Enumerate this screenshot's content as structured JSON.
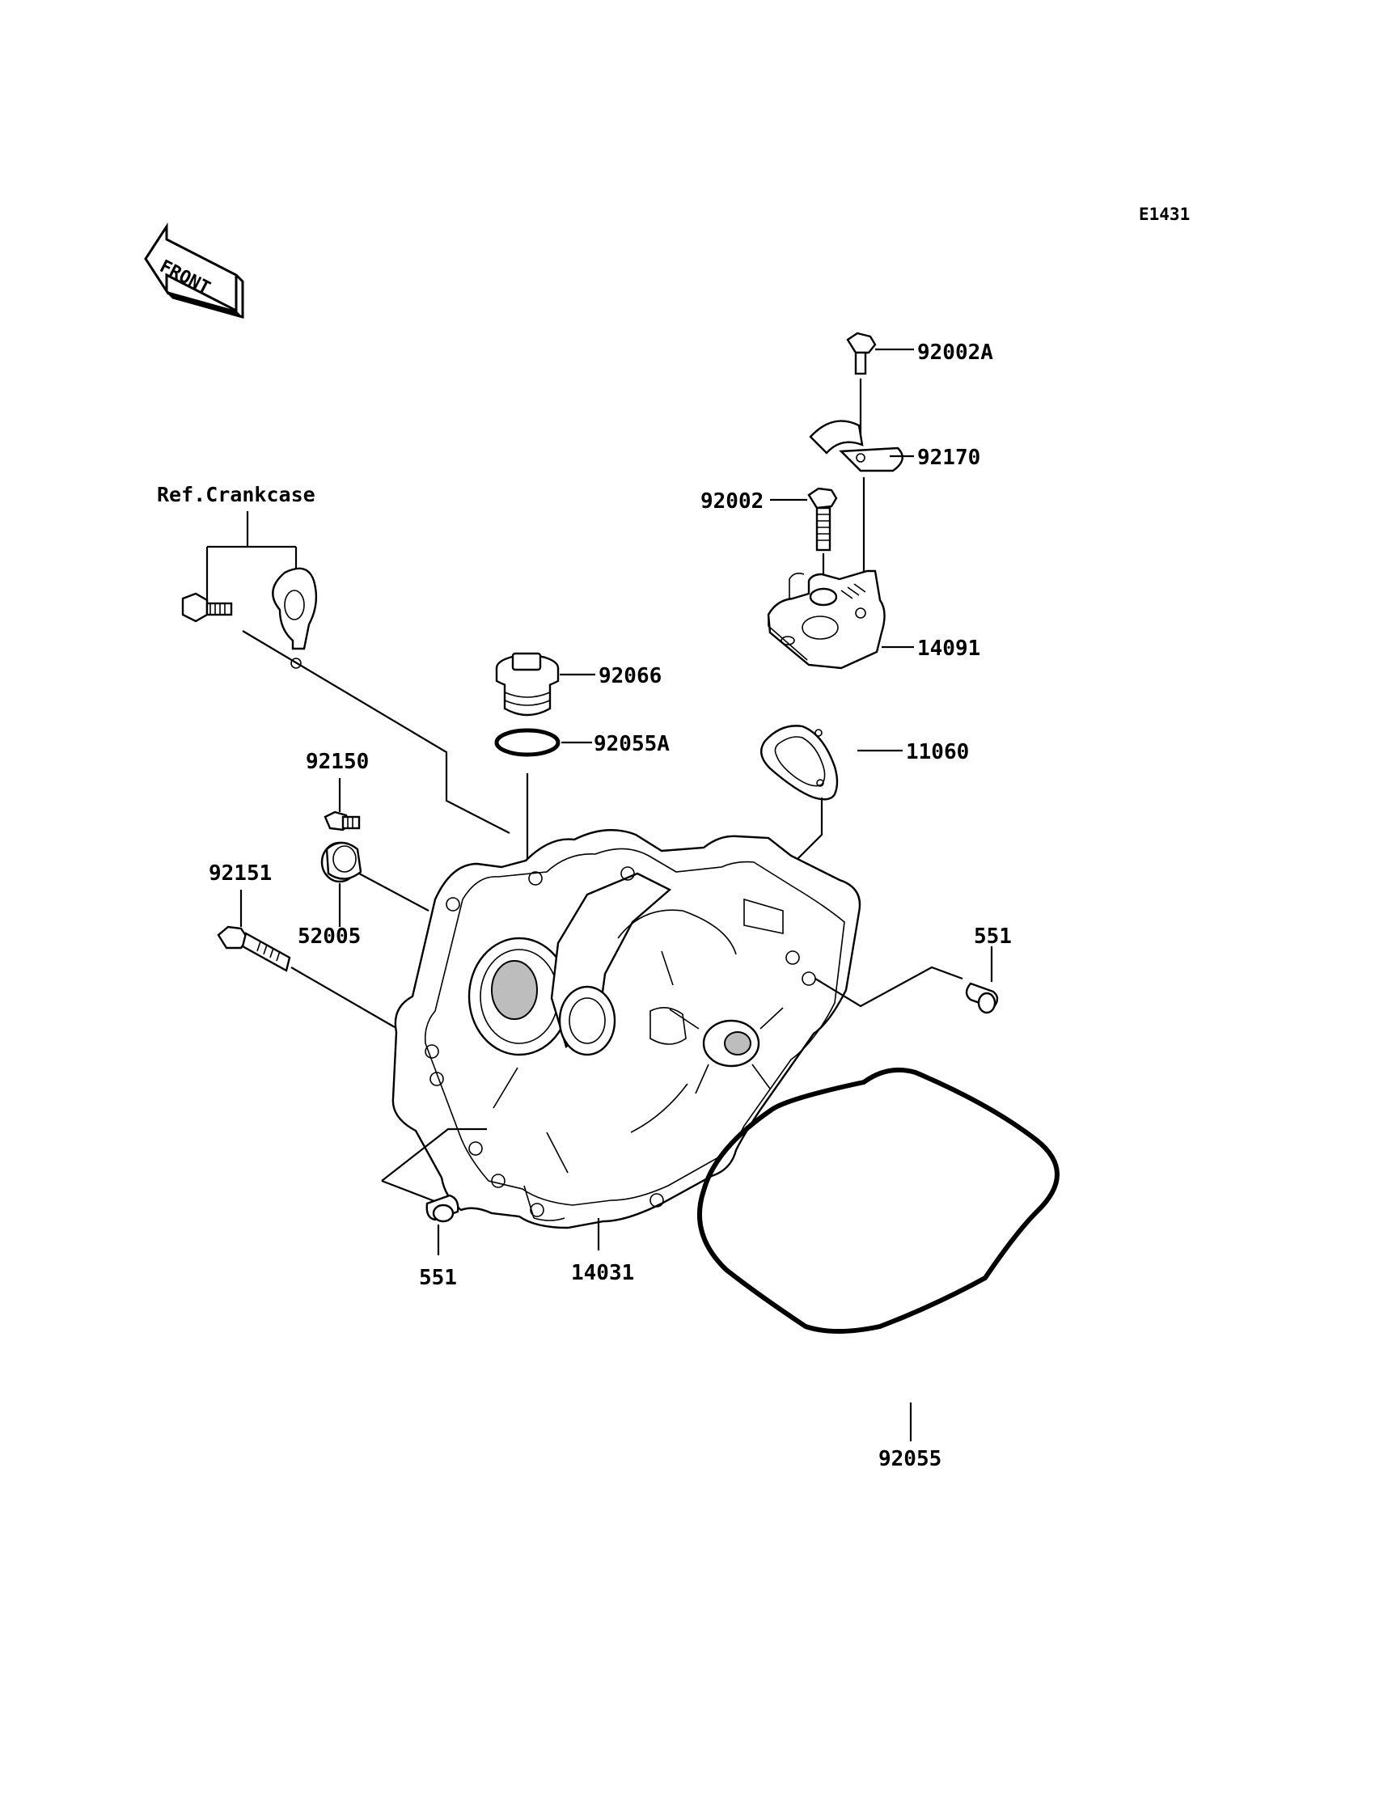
{
  "diagram_code": "E1431",
  "front_label": "FRONT",
  "reference_label": "Ref.Crankcase",
  "parts": {
    "p92002A": "92002A",
    "p92170": "92170",
    "p92002": "92002",
    "p14091": "14091",
    "p92066": "92066",
    "p92055A": "92055A",
    "p11060": "11060",
    "p92150": "92150",
    "p92151": "92151",
    "p52005": "52005",
    "p551_right": "551",
    "p551_left": "551",
    "p14031": "14031",
    "p92055": "92055"
  }
}
